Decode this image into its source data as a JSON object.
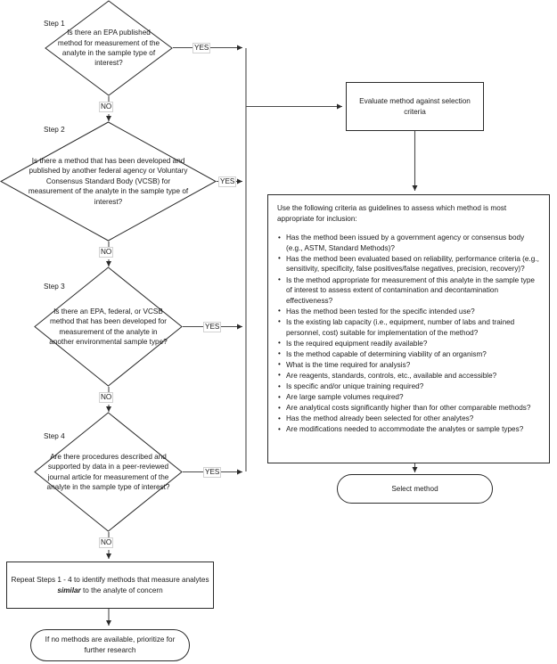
{
  "flowchart": {
    "title": "Method selection decision flowchart",
    "steps": [
      {
        "id": "step1",
        "label": "Step 1",
        "question": "Is there an EPA published method for measurement of the analyte in the sample type of interest?",
        "yes_label": "YES",
        "no_label": "NO"
      },
      {
        "id": "step2",
        "label": "Step 2",
        "question": "Is there a method that has been developed and published by another federal agency or Voluntary Consensus Standard Body (VCSB) for measurement of the analyte in the sample type of interest?",
        "yes_label": "YES",
        "no_label": "NO"
      },
      {
        "id": "step3",
        "label": "Step 3",
        "question": "Is there an EPA, federal, or VCSB method that has been developed for measurement of the analyte in another environmental sample type?",
        "yes_label": "YES",
        "no_label": "NO"
      },
      {
        "id": "step4",
        "label": "Step 4",
        "question": "Are there procedures described and supported by data in a peer-reviewed journal article for measurement of the analyte in the sample type of interest?",
        "yes_label": "YES",
        "no_label": "NO"
      }
    ],
    "repeat_box": {
      "text_before": "Repeat Steps 1 - 4 to identify methods that measure analytes ",
      "emphasis": "similar",
      "text_after": " to the analyte of concern"
    },
    "no_methods_terminator": "If no methods are available, prioritize for further research",
    "evaluate_box": "Evaluate method against selection criteria",
    "criteria": {
      "intro": "Use the following criteria as guidelines to assess which method is most appropriate for inclusion:",
      "items": [
        "Has the method been issued by a government agency or consensus body (e.g., ASTM, Standard Methods)?",
        "Has the method been evaluated based on reliability, performance criteria (e.g., sensitivity, specificity, false positives/false negatives, precision, recovery)?",
        "Is the method appropriate for measurement of this analyte in the sample type of interest to assess extent of contamination and decontamination effectiveness?",
        "Has the method been tested for the specific intended use?",
        "Is the existing lab capacity (i.e., equipment, number of labs and trained personnel, cost) suitable for implementation of the method?",
        "Is the required equipment readily available?",
        "Is the method capable of determining viability of an organism?",
        "What is the time required for analysis?",
        "Are reagents, standards, controls, etc., available and accessible?",
        "Is specific and/or unique training required?",
        "Are large sample volumes required?",
        "Are analytical costs significantly higher than for other comparable methods?",
        "Has the method already been selected for other analytes?",
        "Are modifications needed to accommodate the analytes or sample types?"
      ]
    },
    "select_method_terminator": "Select method"
  }
}
